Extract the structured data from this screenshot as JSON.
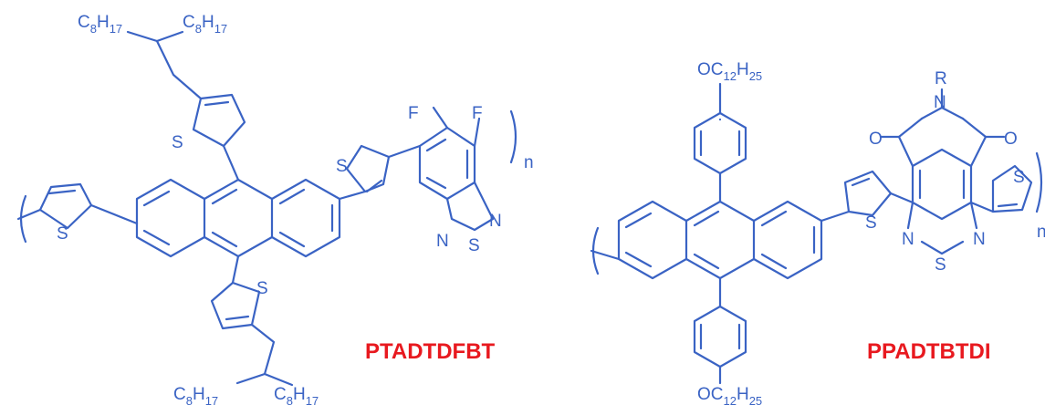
{
  "colors": {
    "structure": "#3a63c4",
    "label": "#e8191f"
  },
  "molecules": [
    {
      "name": "PTADTDFBT",
      "side_chain_top": {
        "left": "C8H17",
        "right": "C8H17"
      },
      "side_chain_bottom": {
        "left": "C8H17",
        "right": "C8H17"
      },
      "atoms": {
        "sulfur": "S",
        "fluorine": "F",
        "nitrogen": "N"
      },
      "repeat_subscript": "n"
    },
    {
      "name": "PPADTBTDI",
      "alkoxy_top": "OC12H25",
      "alkoxy_bottom": "OC12H25",
      "atoms": {
        "sulfur": "S",
        "nitrogen": "N",
        "oxygen": "O",
        "r_group": "R"
      },
      "repeat_subscript": "n"
    }
  ]
}
